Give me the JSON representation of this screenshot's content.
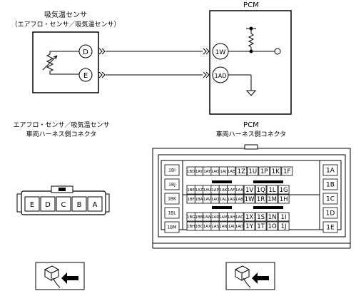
{
  "sensor": {
    "title": "吸気温センサ",
    "subtitle": "（エアフロ・センサ／吸気温センサ）",
    "pins": [
      "D",
      "E"
    ]
  },
  "pcm": {
    "title": "PCM",
    "pins": [
      "1W",
      "1AD"
    ]
  },
  "sensor_connector": {
    "title_line1": "エアフロ・センサ／吸気温センサ",
    "title_line2": "車両ハーネス側コネクタ",
    "pins": [
      "E",
      "D",
      "C",
      "B",
      "A"
    ]
  },
  "pcm_connector": {
    "title_line1": "PCM",
    "title_line2": "車両ハーネス側コネクタ",
    "left_col": [
      "1BI",
      "1BJ",
      "1BK",
      "1BL",
      "1BM"
    ],
    "right_col": [
      "1A",
      "1B",
      "1C",
      "1D",
      "1E"
    ],
    "rows": [
      {
        "small": [
          "1BD",
          "1AY",
          "1AT",
          "1AO",
          "1AJ",
          "1AE"
        ],
        "large": [
          "1Z",
          "1U",
          "1P",
          "1K",
          "1F"
        ]
      },
      {
        "small": [
          "1BE",
          "1AZ",
          "1AU",
          "1AP",
          "1AK",
          "1AF",
          "1AA"
        ],
        "large": [
          "1V",
          "1Q",
          "1L",
          "1G"
        ]
      },
      {
        "small": [
          "1BF",
          "1BA",
          "1AV",
          "1AQ",
          "1AL",
          "1AG",
          "1AB"
        ],
        "large": [
          "1W",
          "1R",
          "1M",
          "1H"
        ]
      },
      {
        "small": [
          "1BG",
          "1BB",
          "1AW",
          "1AR",
          "1AM",
          "1AH",
          "1AC"
        ],
        "large": [
          "1X",
          "1S",
          "1N",
          "1I"
        ]
      },
      {
        "small": [
          "1BH",
          "1BC",
          "1AX",
          "1AS",
          "1AN",
          "1AI",
          "1AD"
        ],
        "large": [
          "1Y",
          "1T",
          "1O",
          "1J"
        ]
      }
    ]
  }
}
